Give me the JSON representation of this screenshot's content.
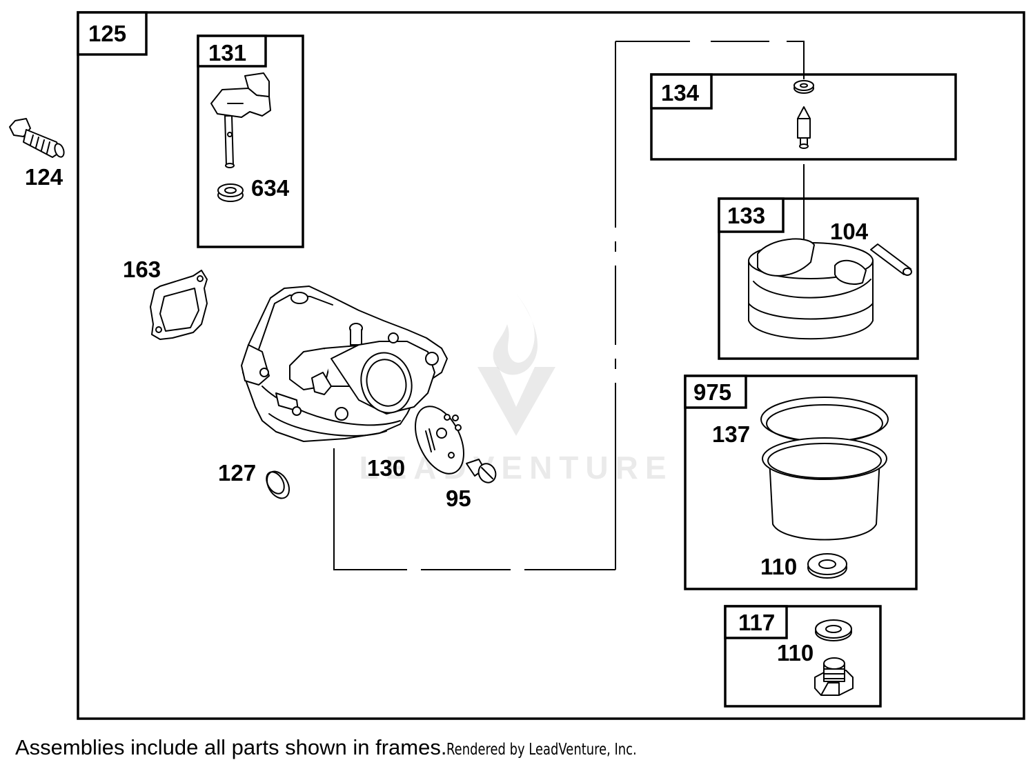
{
  "diagram": {
    "watermark": "LEADVENTURE",
    "frames": [
      {
        "id": "frame-125",
        "number": "125"
      },
      {
        "id": "frame-131",
        "number": "131"
      },
      {
        "id": "frame-134",
        "number": "134"
      },
      {
        "id": "frame-133",
        "number": "133"
      },
      {
        "id": "frame-975",
        "number": "975"
      },
      {
        "id": "frame-117",
        "number": "117"
      }
    ],
    "part_labels": {
      "p124": "124",
      "p634": "634",
      "p163": "163",
      "p104": "104",
      "p137": "137",
      "p127": "127",
      "p130": "130",
      "p95": "95",
      "p110a": "110",
      "p110b": "110"
    }
  },
  "footer": {
    "note": "Assemblies include all parts shown in frames.",
    "credit": "Rendered by LeadVenture, Inc."
  }
}
